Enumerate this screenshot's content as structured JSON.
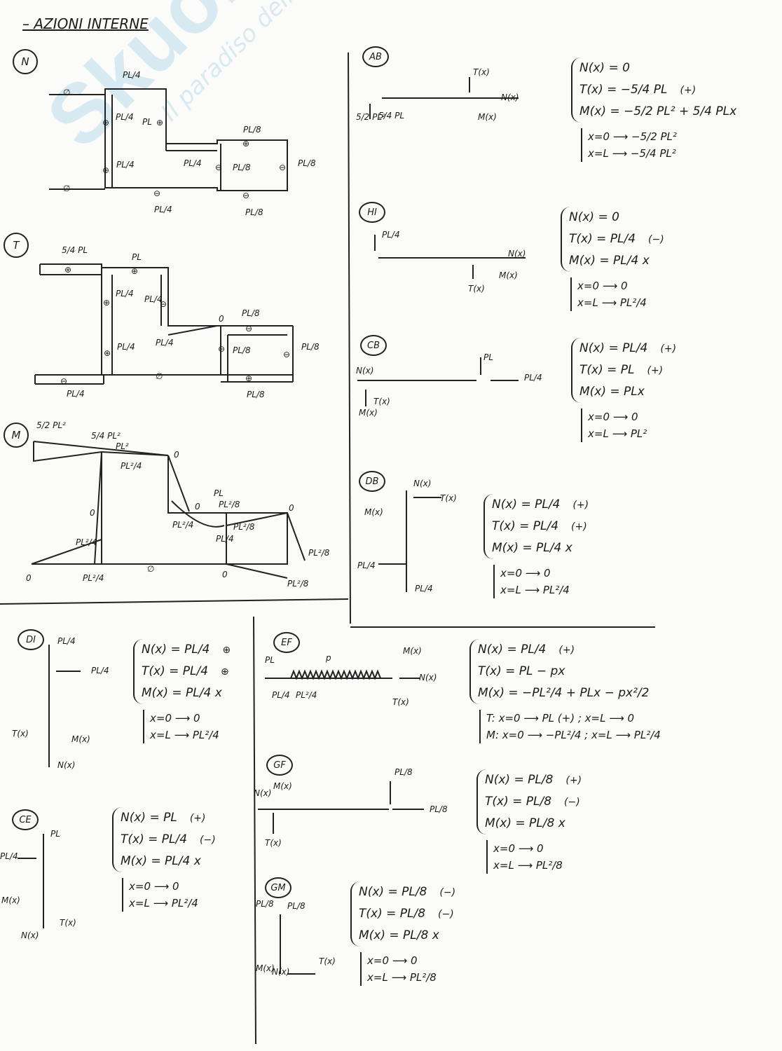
{
  "title": "– AZIONI INTERNE",
  "watermark": {
    "brand": "Skuola.net",
    "tagline": "Il paradiso dello studente"
  },
  "diagrams": {
    "N": {
      "label": "N",
      "labels": [
        "PL/4",
        "PL/4",
        "PL",
        "PL/8",
        "PL/4",
        "PL/4",
        "PL/8",
        "PL/8",
        "PL/4",
        "PL/8",
        "⊕",
        "⊕",
        "⊕",
        "⊕",
        "⊖",
        "⊖",
        "⊖",
        "⊖",
        "∅",
        "∅"
      ]
    },
    "T": {
      "label": "T",
      "labels": [
        "5/4 PL",
        "PL",
        "⊕",
        "⊕",
        "⊕",
        "PL/4",
        "PL/4",
        "⊖",
        "PL/8",
        "0",
        "⊖",
        "PL/4",
        "PL/4",
        "⊕",
        "⊖",
        "PL/8",
        "⊖",
        "PL/8",
        "⊖",
        "PL/4",
        "∅",
        "⊕",
        "PL/8"
      ]
    },
    "M": {
      "label": "M",
      "labels": [
        "5/2 PL²",
        "5/4 PL²",
        "PL²",
        "0",
        "PL²/4",
        "0",
        "PL",
        "0",
        "PL²/8",
        "0",
        "PL²/4",
        "PL²/8",
        "PL/4",
        "PL²/4",
        "PL²/8",
        "0",
        "PL²/4",
        "∅",
        "0",
        "PL²/8"
      ]
    }
  },
  "sections": [
    {
      "id": "AB",
      "label": "AB",
      "system": [
        "N(x) = 0",
        "T(x) = −5/4 PL",
        "M(x) = −5/2 PL² + 5/4 PLx"
      ],
      "signs": [
        "",
        "(+)",
        ""
      ],
      "limits": [
        "x=0 ⟶ −5/2 PL²",
        "x=L ⟶ −5/4 PL²"
      ],
      "figure": [
        "T(x)",
        "N(x)",
        "M(x)",
        "5/2 PL²",
        "5/4 PL"
      ]
    },
    {
      "id": "HI",
      "label": "HI",
      "system": [
        "N(x) = 0",
        "T(x) = PL/4",
        "M(x) = PL/4 x"
      ],
      "signs": [
        "",
        "(−)",
        ""
      ],
      "limits": [
        "x=0 ⟶ 0",
        "x=L ⟶ PL²/4"
      ],
      "figure": [
        "PL/4",
        "N(x)",
        "M(x)",
        "T(x)"
      ]
    },
    {
      "id": "CB",
      "label": "CB",
      "system": [
        "N(x) = PL/4",
        "T(x) = PL",
        "M(x) = PLx"
      ],
      "signs": [
        "(+)",
        "(+)",
        ""
      ],
      "limits": [
        "x=0 ⟶ 0",
        "x=L ⟶ PL²"
      ],
      "figure": [
        "N(x)",
        "T(x)",
        "M(x)",
        "PL",
        "PL/4"
      ]
    },
    {
      "id": "DB",
      "label": "DB",
      "system": [
        "N(x) = PL/4",
        "T(x) = PL/4",
        "M(x) = PL/4 x"
      ],
      "signs": [
        "(+)",
        "(+)",
        ""
      ],
      "limits": [
        "x=0 ⟶ 0",
        "x=L ⟶ PL²/4"
      ],
      "figure": [
        "N(x)",
        "T(x)",
        "M(x)",
        "PL/4",
        "PL/4"
      ]
    },
    {
      "id": "DI",
      "label": "DI",
      "system": [
        "N(x) = PL/4",
        "T(x) = PL/4",
        "M(x) = PL/4 x"
      ],
      "signs": [
        "⊕",
        "⊕",
        ""
      ],
      "limits": [
        "x=0 ⟶ 0",
        "x=L ⟶ PL²/4"
      ],
      "figure": [
        "PL/4",
        "PL/4",
        "T(x)",
        "M(x)",
        "N(x)"
      ]
    },
    {
      "id": "CE",
      "label": "CE",
      "system": [
        "N(x) = PL",
        "T(x) = PL/4",
        "M(x) = PL/4 x"
      ],
      "signs": [
        "(+)",
        "(−)",
        ""
      ],
      "limits": [
        "x=0 ⟶ 0",
        "x=L ⟶ PL²/4"
      ],
      "figure": [
        "PL",
        "PL/4",
        "M(x)",
        "N(x)",
        "T(x)"
      ]
    },
    {
      "id": "EF",
      "label": "EF",
      "system": [
        "N(x) = PL/4",
        "T(x) = PL − px",
        "M(x) = −PL²/4 + PLx − px²/2"
      ],
      "signs": [
        "(+)",
        "",
        ""
      ],
      "limits": [
        "T: x=0 ⟶ PL (+) ; x=L ⟶ 0",
        "M: x=0 ⟶ −PL²/4 ; x=L ⟶ PL²/4"
      ],
      "figure": [
        "PL",
        "p",
        "M(x)",
        "N(x)",
        "T(x)",
        "PL/4",
        "PL²/4"
      ]
    },
    {
      "id": "GF",
      "label": "GF",
      "system": [
        "N(x) = PL/8",
        "T(x) = PL/8",
        "M(x) = PL/8 x"
      ],
      "signs": [
        "(+)",
        "(−)",
        ""
      ],
      "limits": [
        "x=0 ⟶ 0",
        "x=L ⟶ PL²/8"
      ],
      "figure": [
        "N(x)",
        "M(x)",
        "T(x)",
        "PL/8",
        "PL/8"
      ]
    },
    {
      "id": "GM",
      "label": "GM",
      "system": [
        "N(x) = PL/8",
        "T(x) = PL/8",
        "M(x) = PL/8 x"
      ],
      "signs": [
        "(−)",
        "(−)",
        ""
      ],
      "limits": [
        "x=0 ⟶ 0",
        "x=L ⟶ PL²/8"
      ],
      "figure": [
        "PL/8",
        "PL/8",
        "M(x)",
        "N(x)",
        "T(x)"
      ]
    }
  ]
}
